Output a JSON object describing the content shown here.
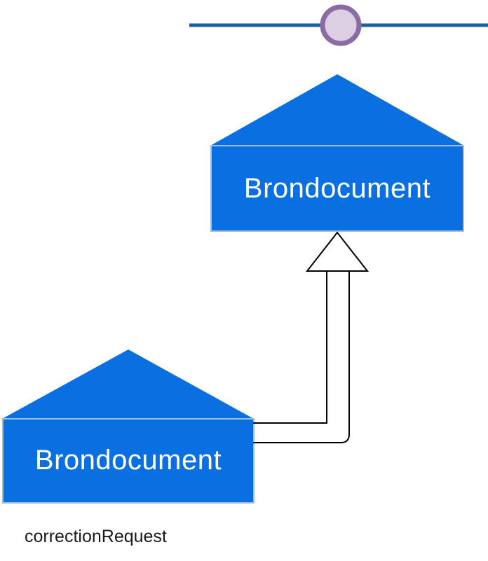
{
  "diagram": {
    "connector": {
      "color": "#1c5f9f"
    },
    "port_circle": {
      "fill": "#dccfe2",
      "stroke": "#8b6ba4"
    },
    "nodes": [
      {
        "label": "Brondocument",
        "fill": "#0a6fe0",
        "border": "#a2bedd",
        "label_color": "#ffffff"
      },
      {
        "label": "Brondocument",
        "fill": "#0a6fe0",
        "border": "#a2bedd",
        "label_color": "#ffffff"
      }
    ],
    "arrow": {
      "stroke": "#000000"
    },
    "caption": {
      "text": "correctionRequest",
      "color": "#1a1a1a"
    }
  }
}
